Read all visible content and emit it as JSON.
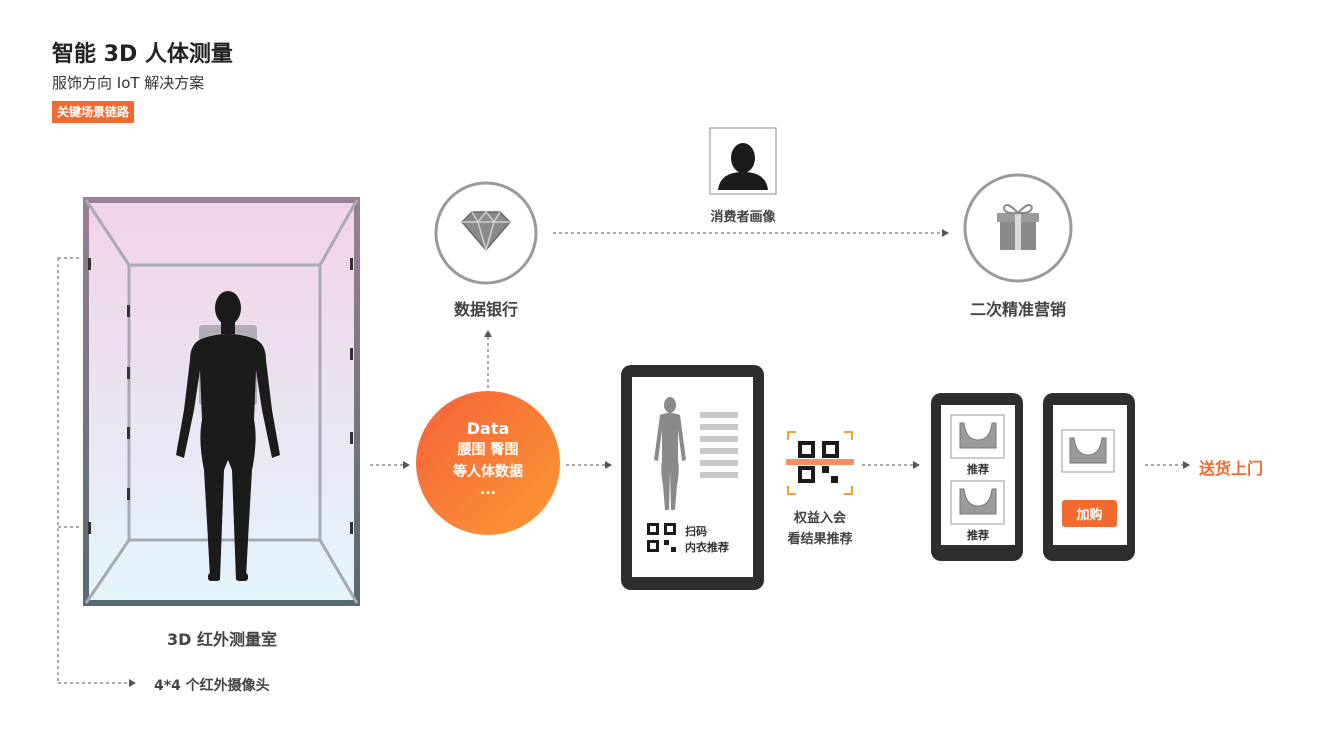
{
  "header": {
    "title": "智能 3D 人体测量",
    "subtitle": "服饰方向 IoT 解决方案",
    "tag": "关键场景链路"
  },
  "room": {
    "label": "3D 红外测量室",
    "camera_note": "4*4 个红外摄像头"
  },
  "data_circle": {
    "line1": "Data",
    "line2": "腰围 臀围",
    "line3": "等人体数据",
    "line4": "..."
  },
  "data_bank": {
    "label": "数据银行"
  },
  "consumer": {
    "label": "消费者画像"
  },
  "marketing": {
    "label": "二次精准营销"
  },
  "tablet": {
    "line1": "扫码",
    "line2": "内衣推荐"
  },
  "benefit": {
    "line1": "权益入会",
    "line2": "看结果推荐"
  },
  "phone1": {
    "item1": "推荐",
    "item2": "推荐"
  },
  "phone2": {
    "button": "加购"
  },
  "delivery": {
    "label": "送货上门"
  },
  "colors": {
    "accent": "#f26a2e",
    "gradient_start": "#f5623a",
    "gradient_end": "#fb9a33"
  }
}
